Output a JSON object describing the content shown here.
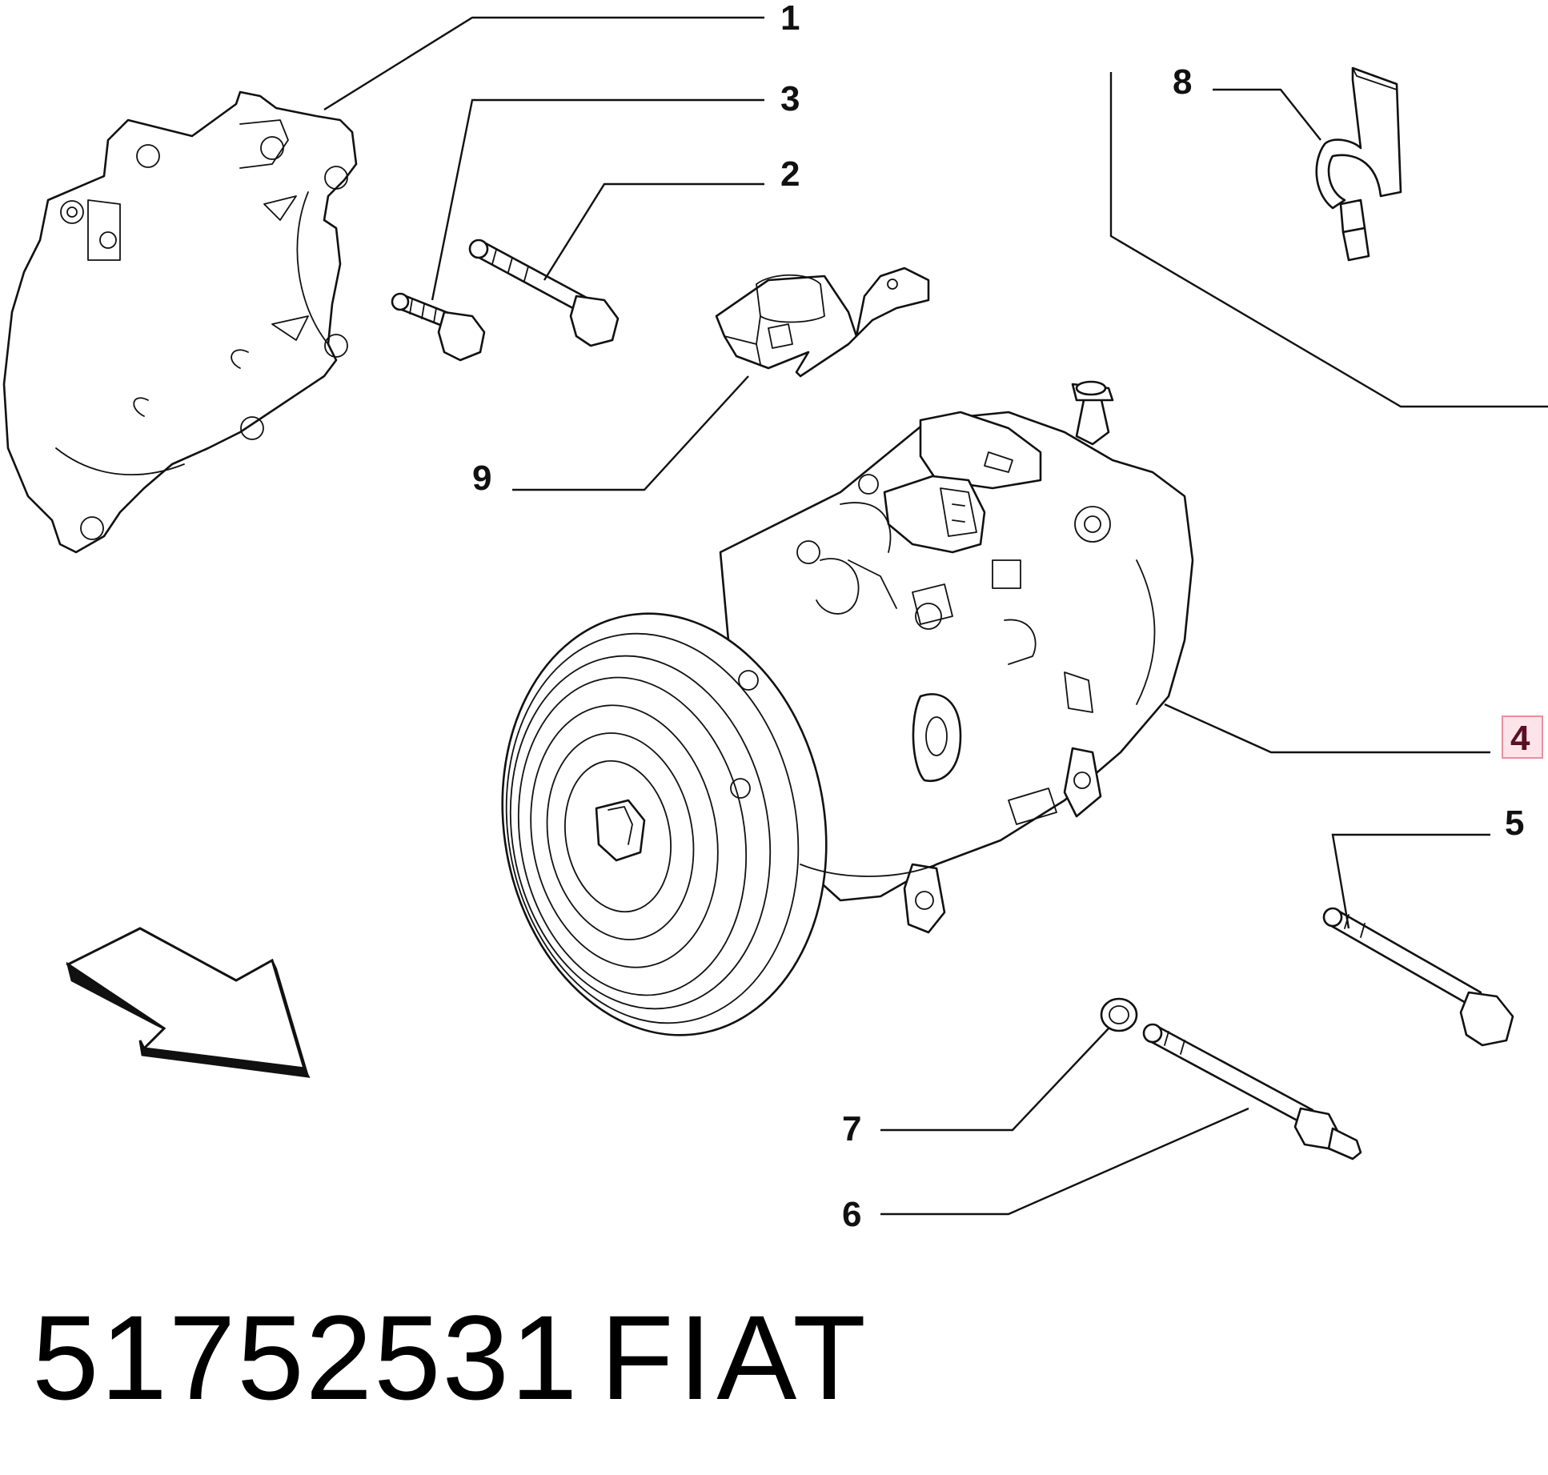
{
  "callouts": [
    {
      "id": "1",
      "label": "1"
    },
    {
      "id": "2",
      "label": "2"
    },
    {
      "id": "3",
      "label": "3"
    },
    {
      "id": "4",
      "label": "4",
      "highlighted": true
    },
    {
      "id": "5",
      "label": "5"
    },
    {
      "id": "6",
      "label": "6"
    },
    {
      "id": "7",
      "label": "7"
    },
    {
      "id": "8",
      "label": "8"
    },
    {
      "id": "9",
      "label": "9"
    }
  ],
  "footer": {
    "part_number": "51752531",
    "brand": "FIAT"
  },
  "colors": {
    "line": "#111111",
    "highlight_border": "#e8909f",
    "highlight_fill": "#fde4ea",
    "background": "#ffffff"
  }
}
